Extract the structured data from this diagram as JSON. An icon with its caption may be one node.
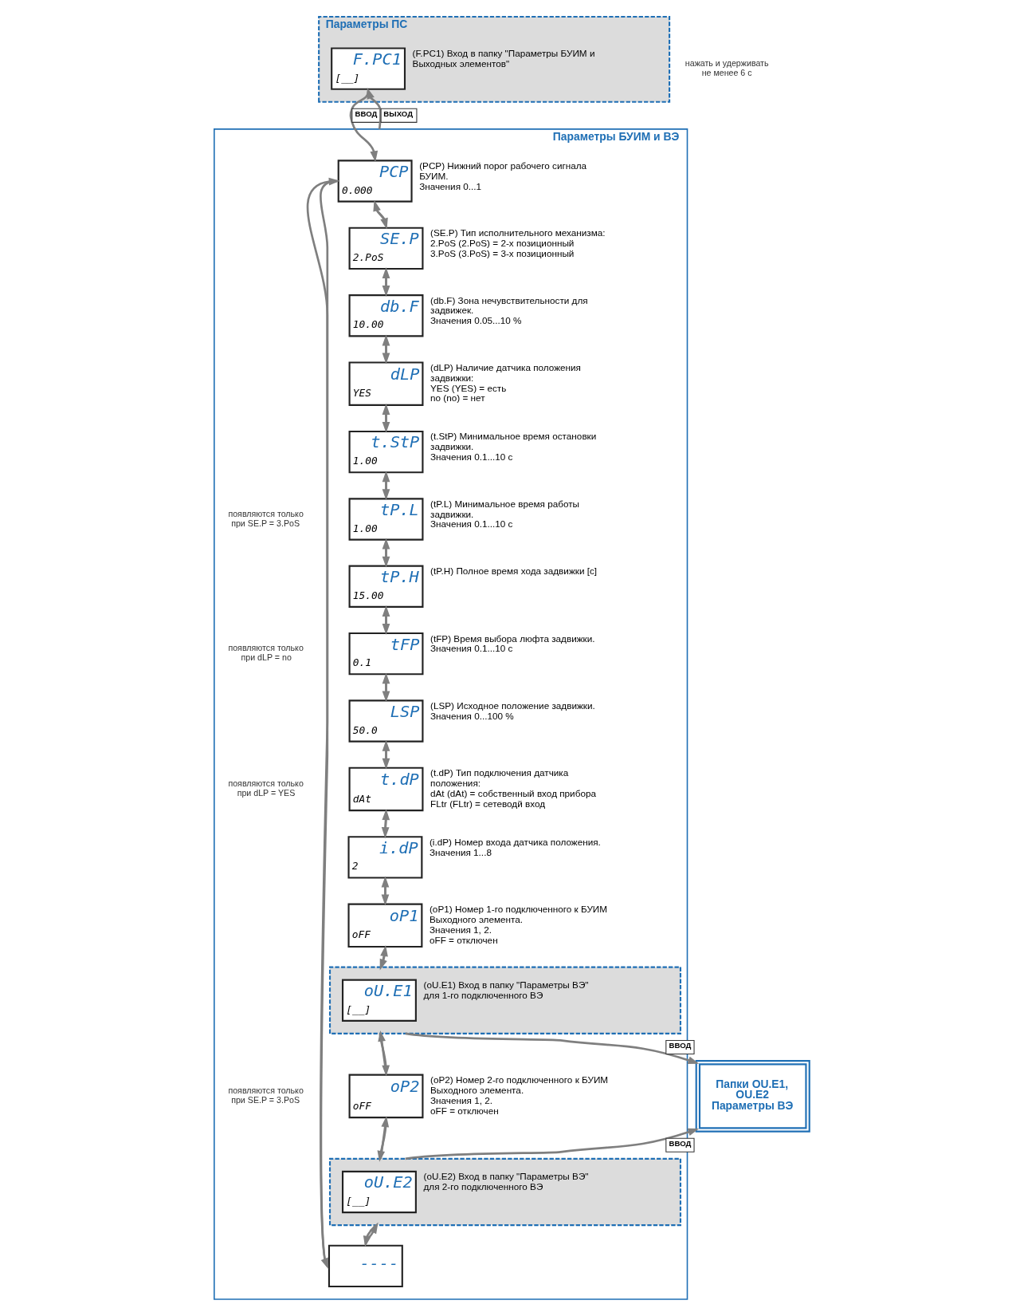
{
  "diagram": {
    "nodes": [
      {
        "text": [
          "Параметры ПС"
        ]
      },
      {
        "text": [
          "F.PC1",
          "[__]"
        ],
        "in": 0,
        "beside": [
          "(F.PC1) Вход в папку \"Параметры БУИМ и Выходных элементов\""
        ]
      },
      {
        "text": [
          "Параметры БУИМ и ВЭ"
        ]
      },
      {
        "text": [
          "PCP",
          "0.000"
        ],
        "in": 2,
        "beside": [
          "(PCP) Нижний порог рабочего сигнала БУИМ.",
          "Значения 0...1"
        ]
      },
      {
        "text": [
          "SE.P",
          "2.PoS"
        ],
        "in": 2,
        "beside": [
          "(SE.P) Тип исполнительного механизма:",
          "2.PoS (2.PoS) = 2-х позиционный",
          "3.PoS (3.PoS) = 3-х позиционный"
        ]
      },
      {
        "text": [
          "db.F",
          "10.00"
        ],
        "in": 2,
        "beside": [
          "(db.F) Зона нечувствительности для задвижек.",
          "Значения 0.05...10 %"
        ]
      },
      {
        "text": [
          "dLP",
          "YES"
        ],
        "in": 2,
        "beside": [
          "(dLP) Наличие датчика положения задвижки:",
          "YES (YES) = есть",
          "no (no) = нет"
        ]
      },
      {
        "text": [
          "t.StP",
          "1.00"
        ],
        "in": 2,
        "beside": [
          "(t.StP) Минимальное время остановки задвижки.",
          "Значения 0.1...10 с"
        ]
      },
      {
        "text": [
          "tP.L",
          "1.00"
        ],
        "in": 2,
        "beside": [
          "(tP.L) Минимальное время работы задвижки.",
          "Значения 0.1...10 с"
        ]
      },
      {
        "text": [
          "tP.H",
          "15.00"
        ],
        "in": 2,
        "beside": [
          "(tP.H) Полное время хода задвижки [с]"
        ]
      },
      {
        "text": [
          "tFP",
          "0.1"
        ],
        "in": 2,
        "beside": [
          "(tFP) Время выбора люфта задвижки.",
          "Значения 0.1...10 с"
        ]
      },
      {
        "text": [
          "LSP",
          "50.0"
        ],
        "in": 2,
        "beside": [
          "(LSP) Исходное положение задвижки.",
          "Значения 0...100 %"
        ]
      },
      {
        "text": [
          "t.dP",
          "dAt"
        ],
        "in": 2,
        "beside": [
          "(t.dP) Тип подключения датчика положения:",
          "dAt (dAt) = собственный вход прибора",
          "FLtr (FLtr) = сетеводй вход"
        ]
      },
      {
        "text": [
          "i.dP",
          "2"
        ],
        "in": 2,
        "beside": [
          "(i.dP) Номер входа датчика положения.",
          "Значения 1...8"
        ]
      },
      {
        "text": [
          "oP1",
          "oFF"
        ],
        "in": 2,
        "beside": [
          "(oP1) Номер 1-го подключенного к БУИМ Выходного элемента.",
          "Значения 1, 2.",
          "oFF = отключен"
        ]
      },
      {
        "text": [],
        "shape": "box",
        "in": 2
      },
      {
        "text": [
          "oU.E1",
          "[__]"
        ],
        "in": 15,
        "beside": [
          "(oU.E1) Вход в папку \"Параметры ВЭ\" для 1-го подключенного ВЭ"
        ]
      },
      {
        "text": [
          "oP2",
          "oFF"
        ],
        "in": 2,
        "beside": [
          "(oP2) Номер 2-го подключенного к БУИМ Выходного элемента.",
          "Значения 1, 2.",
          "oFF = отключен"
        ]
      },
      {
        "text": [],
        "shape": "box",
        "in": 2
      },
      {
        "text": [
          "oU.E2",
          "[__]"
        ],
        "in": 18,
        "beside": [
          "(oU.E2) Вход в папку \"Параметры ВЭ\" для 2-го подключенного ВЭ"
        ]
      },
      {
        "text": [
          "----"
        ],
        "in": 2
      },
      {
        "text": [
          "Папки OU.E1, OU.E2 Параметры ВЭ"
        ]
      }
    ],
    "edges": [
      {
        "from": 1,
        "to": 3,
        "arrow": "to",
        "label": "ВВОД"
      },
      {
        "from": 2,
        "to": 1,
        "arrow": "to",
        "label": "ВЫХОД"
      },
      {
        "from": 3,
        "to": 4,
        "arrow": "to"
      },
      {
        "from": 4,
        "to": 3,
        "arrow": "to"
      },
      {
        "from": 4,
        "to": 5,
        "arrow": "to"
      },
      {
        "from": 5,
        "to": 4,
        "arrow": "to"
      },
      {
        "from": 5,
        "to": 6,
        "arrow": "to"
      },
      {
        "from": 6,
        "to": 5,
        "arrow": "to"
      },
      {
        "from": 6,
        "to": 7,
        "arrow": "to"
      },
      {
        "from": 7,
        "to": 6,
        "arrow": "to"
      },
      {
        "from": 7,
        "to": 8,
        "arrow": "to"
      },
      {
        "from": 8,
        "to": 7,
        "arrow": "to"
      },
      {
        "from": 8,
        "to": 9,
        "arrow": "to"
      },
      {
        "from": 9,
        "to": 8,
        "arrow": "to"
      },
      {
        "from": 9,
        "to": 10,
        "arrow": "to"
      },
      {
        "from": 10,
        "to": 9,
        "arrow": "to"
      },
      {
        "from": 10,
        "to": 11,
        "arrow": "to"
      },
      {
        "from": 11,
        "to": 10,
        "arrow": "to"
      },
      {
        "from": 11,
        "to": 12,
        "arrow": "to"
      },
      {
        "from": 12,
        "to": 11,
        "arrow": "to"
      },
      {
        "from": 12,
        "to": 13,
        "arrow": "to"
      },
      {
        "from": 13,
        "to": 12,
        "arrow": "to"
      },
      {
        "from": 13,
        "to": 14,
        "arrow": "to"
      },
      {
        "from": 14,
        "to": 13,
        "arrow": "to"
      },
      {
        "from": 14,
        "to": 15,
        "arrow": "to"
      },
      {
        "from": 15,
        "to": 14,
        "arrow": "to"
      },
      {
        "from": 15,
        "to": 17,
        "arrow": "to"
      },
      {
        "from": 17,
        "to": 15,
        "arrow": "to"
      },
      {
        "from": 17,
        "to": 18,
        "arrow": "to"
      },
      {
        "from": 18,
        "to": 17,
        "arrow": "to"
      },
      {
        "from": 18,
        "to": 20,
        "arrow": "to"
      },
      {
        "from": 20,
        "to": 18,
        "arrow": "to"
      },
      {
        "from": 3,
        "to": 20,
        "arrow": "to"
      },
      {
        "from": 20,
        "to": 3,
        "arrow": "to"
      },
      {
        "from": 15,
        "to": 21,
        "arrow": "to",
        "label": "ВВОД"
      },
      {
        "from": 18,
        "to": 21,
        "arrow": "to",
        "label": "ВВОД"
      }
    ],
    "labels": [
      "нажать и удерживать не менее 6 с",
      "появляются только при SE.P = 3.PoS",
      "появляются только при dLP = no",
      "появляются только при dLP = YES",
      "появляются только при SE.P = 3.PoS"
    ]
  }
}
